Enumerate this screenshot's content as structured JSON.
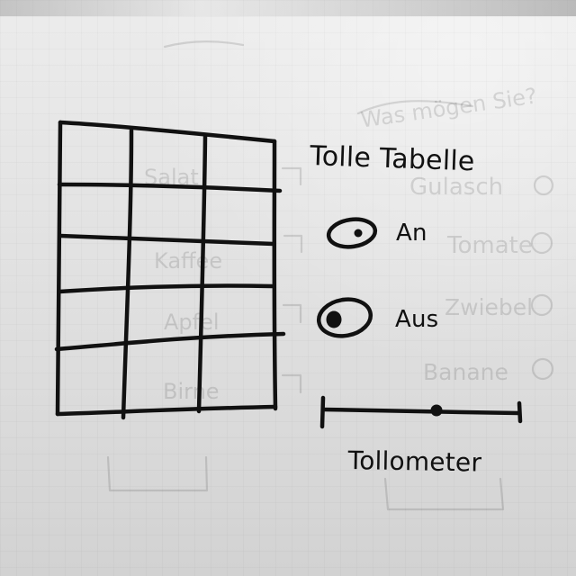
{
  "sketch": {
    "title": "Tolle Tabelle",
    "table": {
      "rows": 5,
      "columns": 3
    },
    "radio_options": [
      {
        "label": "An",
        "selected": false
      },
      {
        "label": "Aus",
        "selected": true
      }
    ],
    "slider": {
      "label": "Tollometer",
      "value": 0.6
    }
  }
}
